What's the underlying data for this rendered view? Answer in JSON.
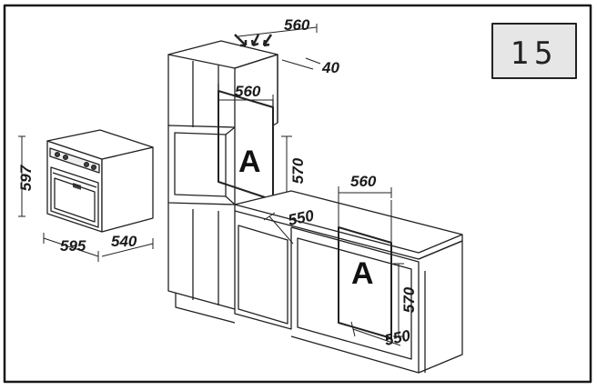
{
  "figure": {
    "number": "15",
    "slot_label": "A",
    "freestanding_oven": {
      "height": "597",
      "width": "595",
      "depth": "540"
    },
    "tall_cabinet": {
      "top_width": "560",
      "top_depth": "40",
      "niche_width": "560",
      "niche_height": "570",
      "niche_depth": "550"
    },
    "under_counter": {
      "niche_width": "560",
      "niche_height": "570",
      "niche_depth": "550"
    }
  },
  "colors": {
    "line": "#222222",
    "border": "#1a1a1a",
    "badge_bg": "#e6e6e6"
  }
}
